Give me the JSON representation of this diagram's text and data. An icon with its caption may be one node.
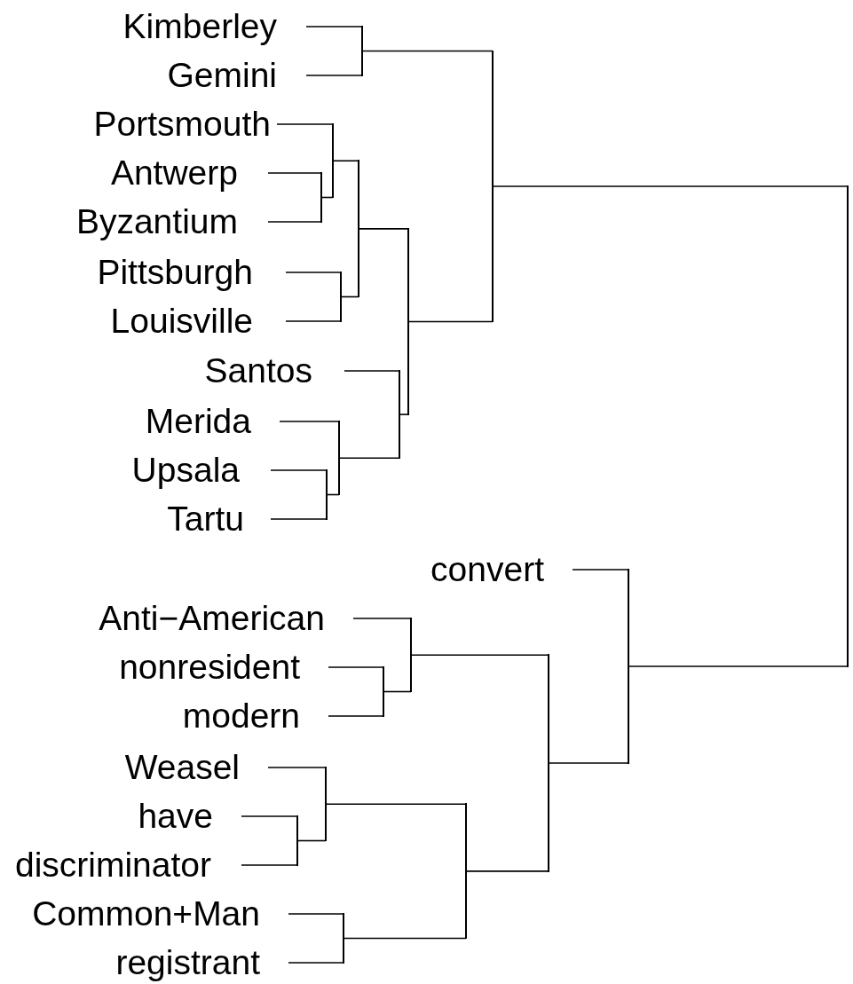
{
  "diagram": {
    "nodes": [
      {
        "text": [
          "Kimberley"
        ]
      },
      {
        "text": [
          "Gemini"
        ]
      },
      {
        "text": [
          "Portsmouth"
        ]
      },
      {
        "text": [
          "Antwerp"
        ]
      },
      {
        "text": [
          "Byzantium"
        ]
      },
      {
        "text": [
          "Pittsburgh"
        ]
      },
      {
        "text": [
          "Louisville"
        ]
      },
      {
        "text": [
          "Santos"
        ]
      },
      {
        "text": [
          "Merida"
        ]
      },
      {
        "text": [
          "Upsala"
        ]
      },
      {
        "text": [
          "Tartu"
        ]
      },
      {
        "text": [
          "convert"
        ]
      },
      {
        "text": [
          "Anti−American"
        ]
      },
      {
        "text": [
          "nonresident"
        ]
      },
      {
        "text": [
          "modern"
        ]
      },
      {
        "text": [
          "Weasel"
        ]
      },
      {
        "text": [
          "have"
        ]
      },
      {
        "text": [
          "discriminator"
        ]
      },
      {
        "text": [
          "Common+Man"
        ]
      },
      {
        "text": [
          "registrant"
        ]
      },
      {
        "text": [],
        "shape": "bar"
      },
      {
        "text": [],
        "shape": "bar"
      },
      {
        "text": [],
        "shape": "bar"
      },
      {
        "text": [],
        "shape": "bar"
      },
      {
        "text": [],
        "shape": "bar"
      },
      {
        "text": [],
        "shape": "bar"
      },
      {
        "text": [],
        "shape": "bar"
      },
      {
        "text": [],
        "shape": "bar"
      },
      {
        "text": [],
        "shape": "bar"
      },
      {
        "text": [],
        "shape": "bar"
      },
      {
        "text": [],
        "shape": "bar"
      },
      {
        "text": [],
        "shape": "bar"
      },
      {
        "text": [],
        "shape": "bar"
      },
      {
        "text": [],
        "shape": "bar"
      },
      {
        "text": [],
        "shape": "bar"
      },
      {
        "text": [],
        "shape": "bar"
      },
      {
        "text": [],
        "shape": "bar"
      },
      {
        "text": [],
        "shape": "bar"
      },
      {
        "text": [],
        "shape": "bar"
      }
    ],
    "edges": [
      {
        "from": 0,
        "to": 20,
        "arrow": "none"
      },
      {
        "from": 1,
        "to": 20,
        "arrow": "none"
      },
      {
        "from": 3,
        "to": 21,
        "arrow": "none"
      },
      {
        "from": 4,
        "to": 21,
        "arrow": "none"
      },
      {
        "from": 2,
        "to": 22,
        "arrow": "none"
      },
      {
        "from": 21,
        "to": 22,
        "arrow": "none"
      },
      {
        "from": 5,
        "to": 23,
        "arrow": "none"
      },
      {
        "from": 6,
        "to": 23,
        "arrow": "none"
      },
      {
        "from": 22,
        "to": 24,
        "arrow": "none"
      },
      {
        "from": 23,
        "to": 24,
        "arrow": "none"
      },
      {
        "from": 9,
        "to": 25,
        "arrow": "none"
      },
      {
        "from": 10,
        "to": 25,
        "arrow": "none"
      },
      {
        "from": 8,
        "to": 26,
        "arrow": "none"
      },
      {
        "from": 25,
        "to": 26,
        "arrow": "none"
      },
      {
        "from": 7,
        "to": 27,
        "arrow": "none"
      },
      {
        "from": 26,
        "to": 27,
        "arrow": "none"
      },
      {
        "from": 24,
        "to": 28,
        "arrow": "none"
      },
      {
        "from": 27,
        "to": 28,
        "arrow": "none"
      },
      {
        "from": 20,
        "to": 29,
        "arrow": "none"
      },
      {
        "from": 28,
        "to": 29,
        "arrow": "none"
      },
      {
        "from": 13,
        "to": 30,
        "arrow": "none"
      },
      {
        "from": 14,
        "to": 30,
        "arrow": "none"
      },
      {
        "from": 12,
        "to": 31,
        "arrow": "none"
      },
      {
        "from": 30,
        "to": 31,
        "arrow": "none"
      },
      {
        "from": 16,
        "to": 32,
        "arrow": "none"
      },
      {
        "from": 17,
        "to": 32,
        "arrow": "none"
      },
      {
        "from": 15,
        "to": 33,
        "arrow": "none"
      },
      {
        "from": 32,
        "to": 33,
        "arrow": "none"
      },
      {
        "from": 18,
        "to": 34,
        "arrow": "none"
      },
      {
        "from": 19,
        "to": 34,
        "arrow": "none"
      },
      {
        "from": 33,
        "to": 35,
        "arrow": "none"
      },
      {
        "from": 34,
        "to": 35,
        "arrow": "none"
      },
      {
        "from": 31,
        "to": 36,
        "arrow": "none"
      },
      {
        "from": 35,
        "to": 36,
        "arrow": "none"
      },
      {
        "from": 11,
        "to": 37,
        "arrow": "none"
      },
      {
        "from": 36,
        "to": 37,
        "arrow": "none"
      },
      {
        "from": 29,
        "to": 38,
        "arrow": "none"
      },
      {
        "from": 37,
        "to": 38,
        "arrow": "none"
      }
    ]
  }
}
